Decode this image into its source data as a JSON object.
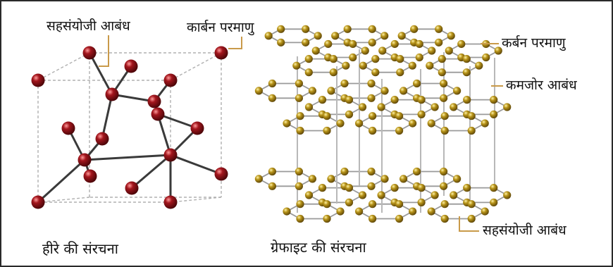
{
  "figure": {
    "colors": {
      "diamond_atom": "#a3161d",
      "graphite_atom": "#b89419",
      "diamond_bond": "#3a3a3a",
      "graphite_bond": "#9a9a9a",
      "vertical_bond": "#b8b8b8",
      "cube_edge": "#b0b0b0",
      "leader_line": "#c99a4a"
    },
    "diamond": {
      "covalent_bond_label": "सहसंयोजी आबंध",
      "carbon_atom_label": "कार्बन परमाणु",
      "caption": "हीरे की संरचना"
    },
    "graphite": {
      "carbon_atom_label": "कर्बन परमाणु",
      "weak_bond_label": "कमजोर आबंध",
      "covalent_bond_label": "सहसंयोजी आबंध",
      "caption": "ग्रेफाइट की संरचना"
    }
  }
}
